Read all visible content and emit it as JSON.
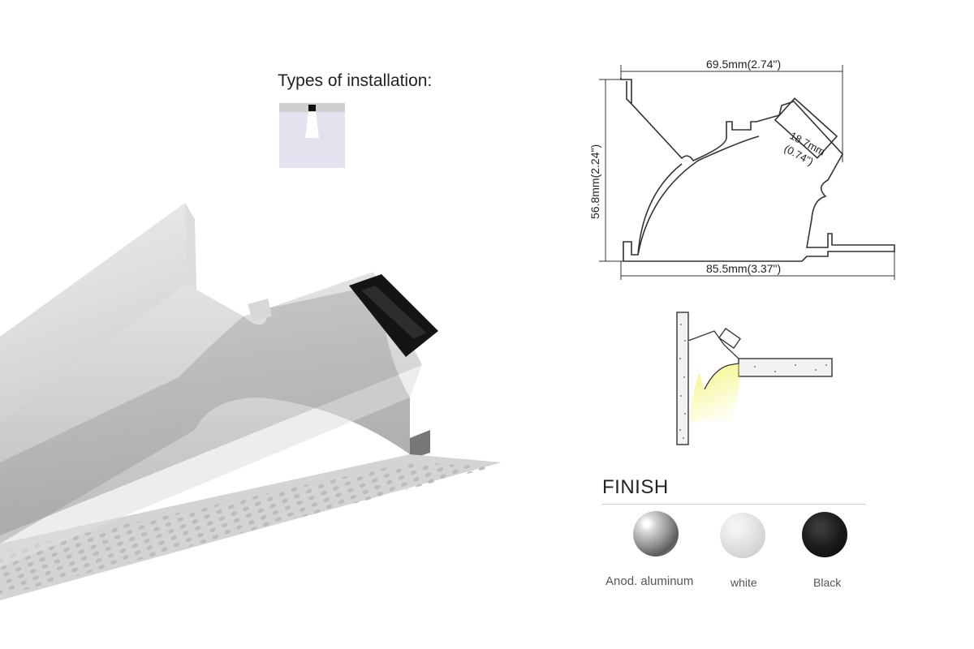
{
  "installation": {
    "title": "Types of installation:",
    "icon": "recessed-corner-install-icon"
  },
  "profile": {
    "top_width": "69.5mm(2.74\")",
    "height": "56.8mm(2.24\")",
    "bottom_width": "85.5mm(3.37\")",
    "lens_width_mm": "18.7mm",
    "lens_width_in": "(0.74\")"
  },
  "finish": {
    "title": "FINISH",
    "options": [
      {
        "label": "Anod. aluminum",
        "color": "#8c8c8c"
      },
      {
        "label": "white",
        "color": "#e2e2e2"
      },
      {
        "label": "Black",
        "color": "#111111"
      }
    ]
  },
  "colors": {
    "light_glow": "#f2f25a",
    "profile_line": "#333333"
  }
}
